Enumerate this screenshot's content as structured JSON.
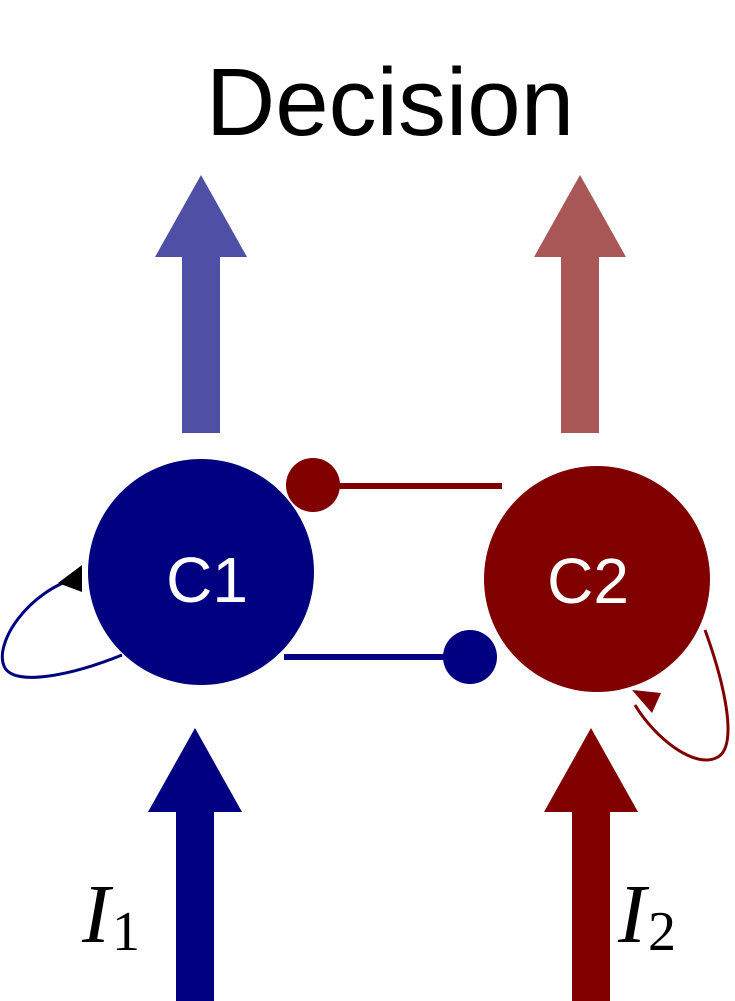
{
  "title": "Decision",
  "nodes": {
    "c1": {
      "label": "C1",
      "color": "#000080"
    },
    "c2": {
      "label": "C2",
      "color": "#800000"
    }
  },
  "inputs": {
    "i1": {
      "symbol": "I",
      "subscript": "1"
    },
    "i2": {
      "symbol": "I",
      "subscript": "2"
    }
  },
  "colors": {
    "decision_arrow_left": "#4f4fa6",
    "decision_arrow_right": "#a85656",
    "self_loop_arrowhead_left": "#000000"
  }
}
